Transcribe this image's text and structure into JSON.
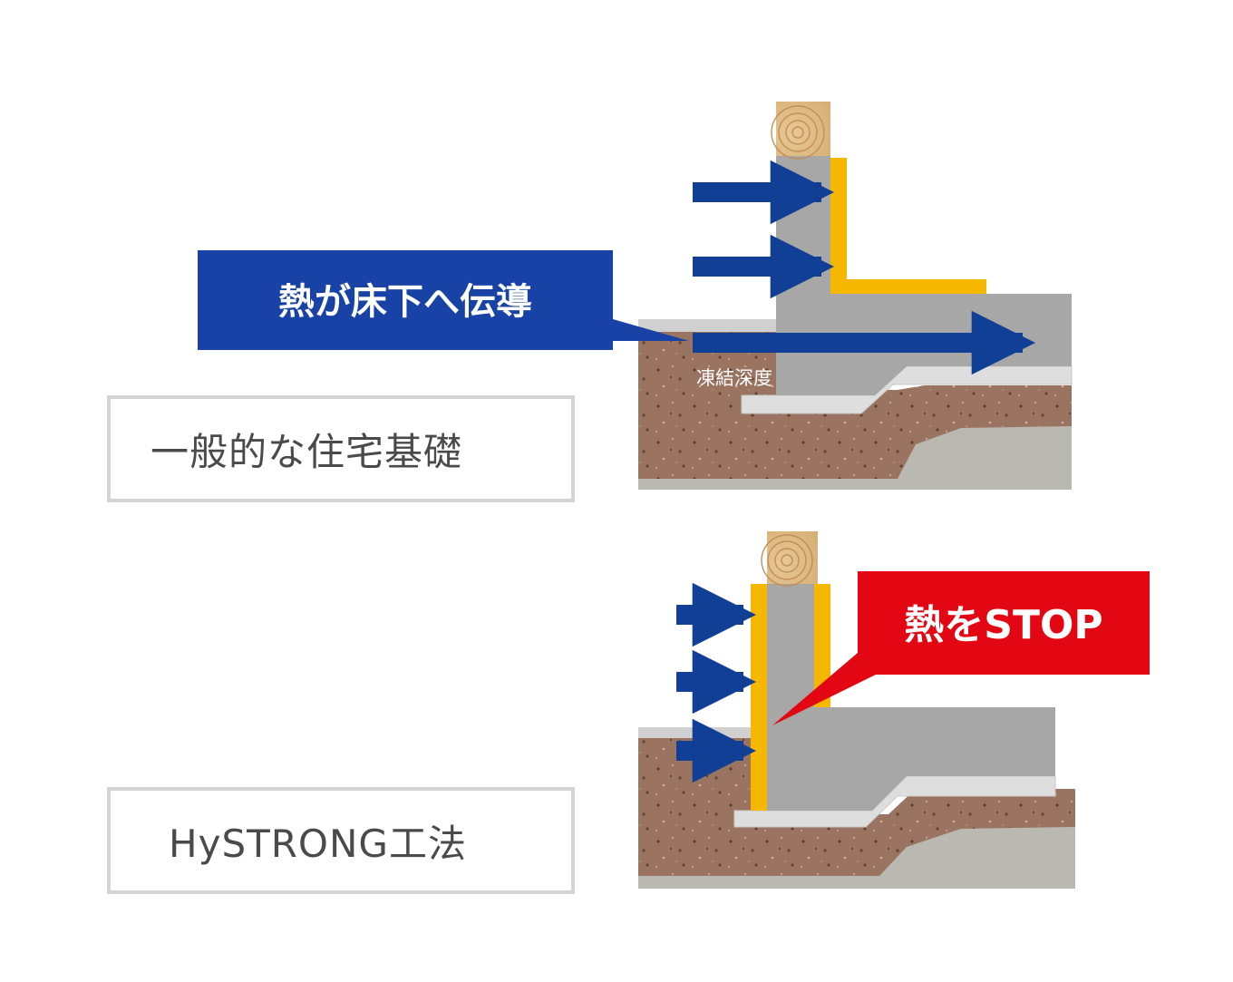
{
  "top": {
    "callout": "熱が床下へ伝導",
    "frost_label": "凍結深度",
    "box_label": "一般的な住宅基礎"
  },
  "bottom": {
    "callout": "熱をSTOP",
    "box_label": "HySTRONG工法"
  },
  "colors": {
    "arrow_blue": "#103f95",
    "callout_blue": "#1842a6",
    "callout_red": "#e30613",
    "insulation": "#f5b700",
    "concrete": "#a7a7a7",
    "soil": "#9a7361",
    "gravel": "#d9d9d9"
  }
}
